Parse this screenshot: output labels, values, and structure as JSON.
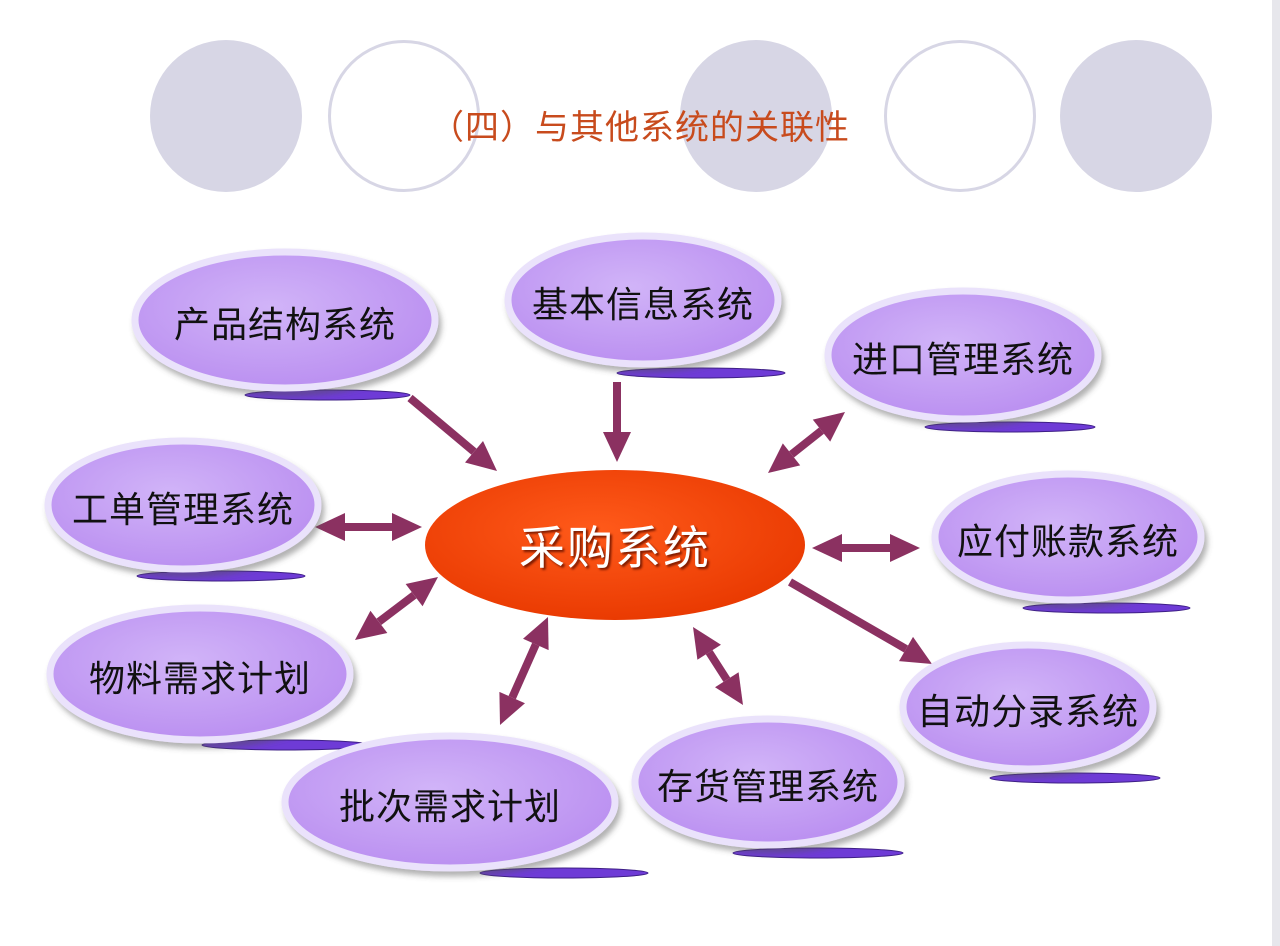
{
  "title": "（四）与其他系统的关联性",
  "center": {
    "label": "采购系统"
  },
  "nodes": [
    {
      "id": "product-structure",
      "label": "产品结构系统"
    },
    {
      "id": "basic-info",
      "label": "基本信息系统"
    },
    {
      "id": "import-management",
      "label": "进口管理系统"
    },
    {
      "id": "work-order-management",
      "label": "工单管理系统"
    },
    {
      "id": "accounts-payable",
      "label": "应付账款系统"
    },
    {
      "id": "material-requirements",
      "label": "物料需求计划"
    },
    {
      "id": "auto-journal",
      "label": "自动分录系统"
    },
    {
      "id": "batch-requirements",
      "label": "批次需求计划"
    },
    {
      "id": "inventory-management",
      "label": "存货管理系统"
    }
  ],
  "edges": [
    {
      "node": "product-structure",
      "direction": "to-center"
    },
    {
      "node": "basic-info",
      "direction": "to-center"
    },
    {
      "node": "import-management",
      "direction": "both"
    },
    {
      "node": "work-order-management",
      "direction": "both"
    },
    {
      "node": "accounts-payable",
      "direction": "both"
    },
    {
      "node": "material-requirements",
      "direction": "both"
    },
    {
      "node": "auto-journal",
      "direction": "from-center"
    },
    {
      "node": "batch-requirements",
      "direction": "both"
    },
    {
      "node": "inventory-management",
      "direction": "both"
    }
  ],
  "colors": {
    "node_fill": "#c39bf4",
    "node_border": "#eae2fb",
    "node_underline": "#6e3bd6",
    "center_fill": "#f24100",
    "arrow": "#8b3161",
    "title": "#c84b1d",
    "deco_circle": "#d7d6e5"
  }
}
